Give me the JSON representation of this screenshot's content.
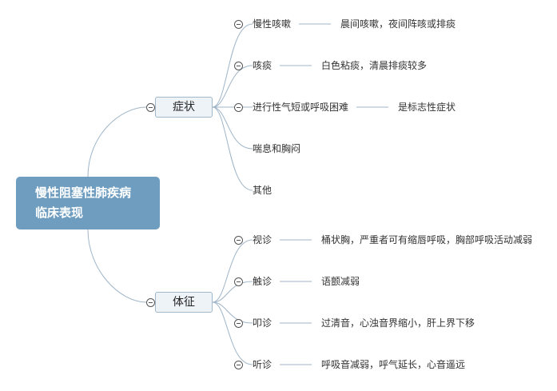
{
  "root": {
    "line1": "慢性阻塞性肺疾病",
    "line2": "临床表现"
  },
  "branches": [
    {
      "label": "症状",
      "items": [
        {
          "label": "慢性咳嗽",
          "detail": "晨间咳嗽，夜间阵咳或排痰"
        },
        {
          "label": "咳痰",
          "detail": "白色粘痰，清晨排痰较多"
        },
        {
          "label": "进行性气短或呼吸困难",
          "detail": "是标志性症状"
        },
        {
          "label": "喘息和胸闷",
          "detail": ""
        },
        {
          "label": "其他",
          "detail": ""
        }
      ]
    },
    {
      "label": "体征",
      "items": [
        {
          "label": "视诊",
          "detail": "桶状胸，严重者可有缩唇呼吸，胸部呼吸活动减弱"
        },
        {
          "label": "触诊",
          "detail": "语颤减弱"
        },
        {
          "label": "叩诊",
          "detail": "过清音，心浊音界缩小，肝上界下移"
        },
        {
          "label": "听诊",
          "detail": "呼吸音减弱，呼气延长，心音遥远"
        }
      ]
    }
  ]
}
